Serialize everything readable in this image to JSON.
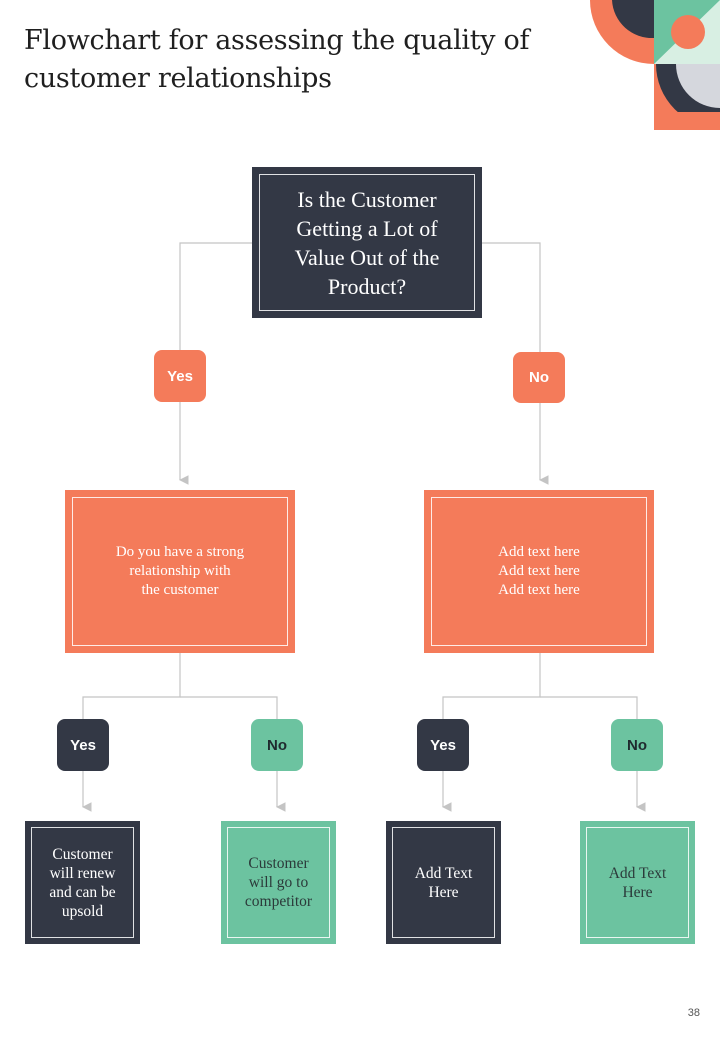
{
  "title": "Flowchart for assessing the quality of customer relationships",
  "colors": {
    "dark": "#333845",
    "orange": "#f47b5a",
    "green": "#6cc3a0",
    "connector": "#c4c4c4"
  },
  "root_question": [
    "Is the Customer",
    "Getting a Lot of",
    "Value Out of the",
    "Product?"
  ],
  "level1": {
    "yes_label": "Yes",
    "no_label": "No",
    "left_box": [
      "Do you have a strong",
      "relationship with",
      "the customer"
    ],
    "right_box": [
      "Add text here",
      "Add text here",
      "Add text here"
    ]
  },
  "level2": {
    "labels": [
      "Yes",
      "No",
      "Yes",
      "No"
    ],
    "outcomes": [
      [
        "Customer",
        "will renew",
        "and can be",
        "upsold"
      ],
      [
        "Customer",
        "will go to",
        "competitor"
      ],
      [
        "Add Text",
        "Here"
      ],
      [
        "Add Text",
        "Here"
      ]
    ]
  },
  "page_number": "38"
}
